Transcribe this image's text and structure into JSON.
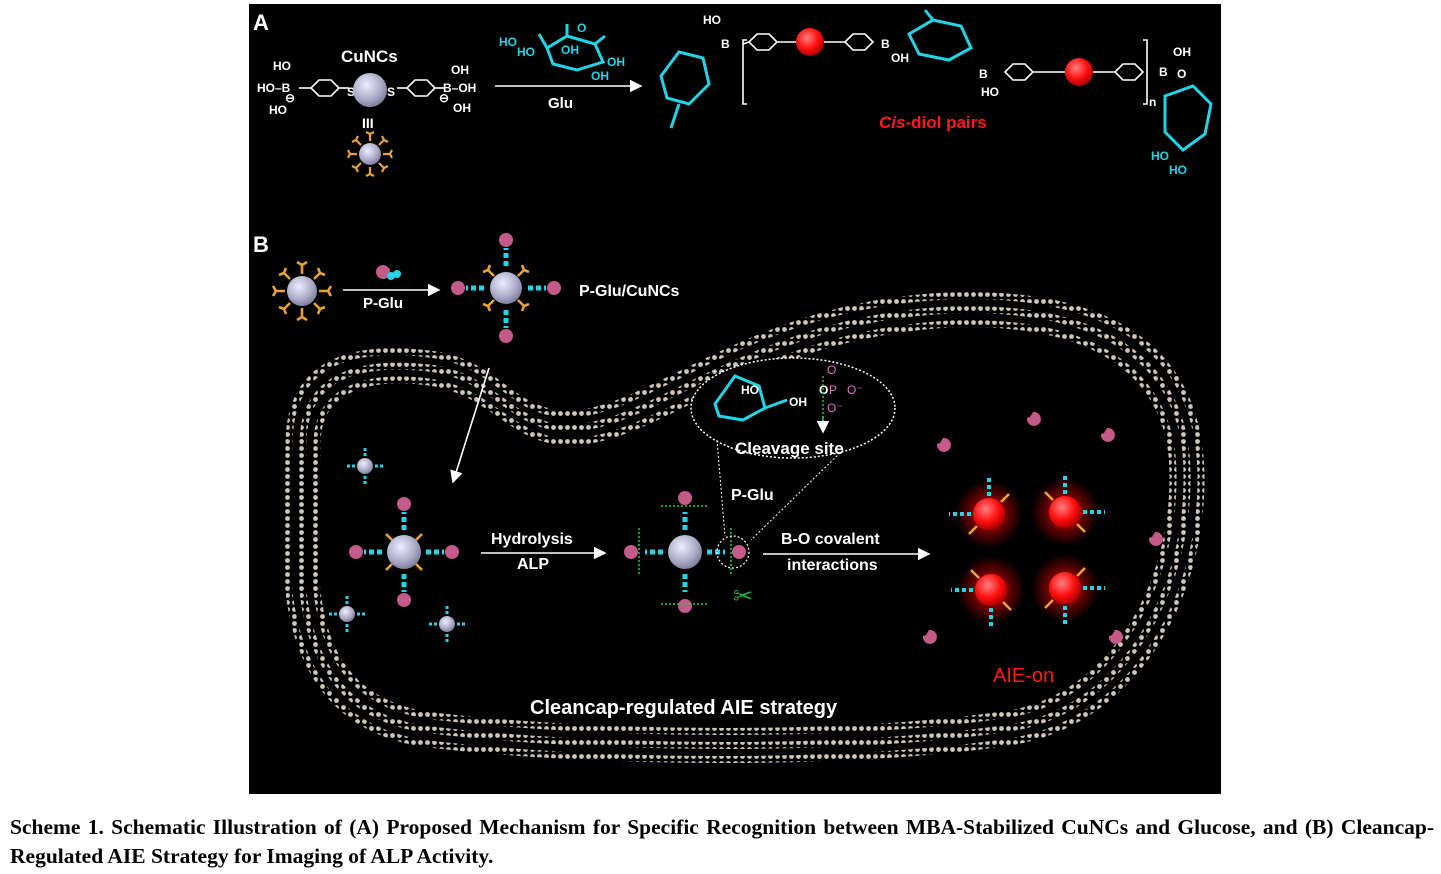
{
  "panel_a": {
    "label": "A",
    "cluster_label": "CuNCs",
    "ligand": {
      "ho": "HO",
      "ho_b": "HO–B",
      "oh_b": "B–OH",
      "oh": "OH",
      "s": "S",
      "charge": "⊖",
      "pipe": "III"
    },
    "sugar": {
      "ho_top": "HO",
      "ho": "HO",
      "oh1": "OH",
      "oh2": "OH",
      "oh3": "OH",
      "o": "O"
    },
    "arrow_label": "Glu",
    "product": {
      "ho": "HO",
      "b": "B",
      "oh": "OH",
      "ho2": "HO",
      "n": "n",
      "oh2": "OH",
      "o": "O",
      "ho3": "HO",
      "ho4": "HO"
    },
    "cis_diol_prefix": "Cis",
    "cis_diol_suffix": "-diol pairs"
  },
  "panel_b": {
    "label": "B",
    "arrow1_label": "P-Glu",
    "complex_label": "P-Glu/CuNCs",
    "hydrolysis_label": "Hydrolysis",
    "alp_label": "ALP",
    "cleavage_label": "Cleavage site",
    "pglu_label": "P-Glu",
    "bo_line1": "B-O covalent",
    "bo_line2": "interactions",
    "aie_on": "AIE-on",
    "strategy": "Cleancap-regulated AIE strategy",
    "phosphate": {
      "o": "O",
      "p": "P",
      "o_minus": "O⁻",
      "ho": "HO",
      "oh": "OH"
    }
  },
  "caption": "Scheme 1. Schematic Illustration of (A) Proposed Mechanism for Specific Recognition between MBA-Stabilized CuNCs and Glucose, and (B) Cleancap-Regulated AIE Strategy for Imaging of ALP Activity.",
  "colors": {
    "background": "#000000",
    "cyan": "#22d4e6",
    "red": "#ff1a1a",
    "orange": "#e8a23a",
    "pink": "#c45a8a",
    "grey_ball": "#b8b8d0",
    "cell": "#cfc6b8"
  }
}
